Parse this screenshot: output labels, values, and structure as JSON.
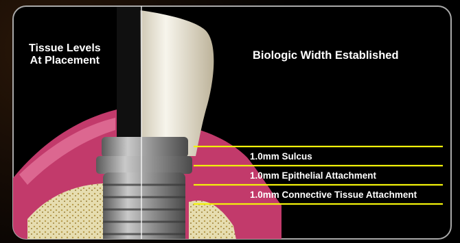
{
  "labels": {
    "left_title_line1": "Tissue Levels",
    "left_title_line2": "At Placement",
    "right_title": "Biologic Width Established"
  },
  "measurements": [
    {
      "label": "1.0mm Sulcus"
    },
    {
      "label": "1.0mm Epithelial Attachment"
    },
    {
      "label": "1.0mm Connective Tissue Attachment"
    }
  ],
  "colors": {
    "gum": "#c23a6b",
    "gum_light": "#e77aa0",
    "bone": "#e6ddb0",
    "implant": "#9c9c9c",
    "crown": "#f1eee3",
    "measure_line": "#f2f20a",
    "frame_border": "#a9a9a9"
  }
}
